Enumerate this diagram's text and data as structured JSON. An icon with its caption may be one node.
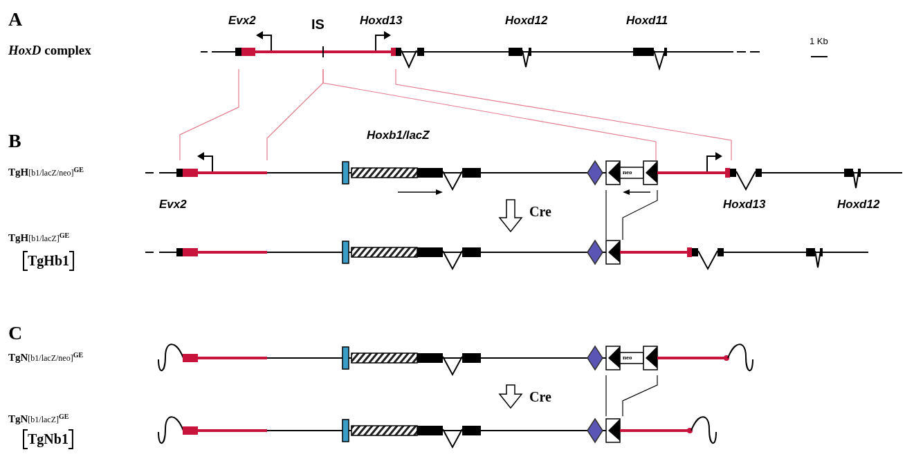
{
  "diagram": {
    "nodes": [
      {
        "text": [],
        "shape": "picture"
      },
      {
        "text": [],
        "shape": "picture"
      },
      {
        "text": [],
        "shape": "picture"
      },
      {
        "text": [],
        "shape": "picture"
      },
      {
        "text": [],
        "shape": "picture"
      }
    ],
    "edges": [
      {
        "from": 0,
        "to": 1,
        "arrow": "none",
        "color": "#e47a8c"
      },
      {
        "from": 0,
        "to": 1,
        "arrow": "none",
        "color": "#e47a8c"
      },
      {
        "from": 0,
        "to": 1,
        "arrow": "none",
        "color": "#e47a8c"
      },
      {
        "from": 0,
        "to": 1,
        "arrow": "none",
        "color": "#e47a8c"
      },
      {
        "from": 1,
        "to": 2,
        "arrow": "none",
        "color": "#000000"
      },
      {
        "from": 1,
        "to": 2,
        "arrow": "none",
        "color": "#000000"
      },
      {
        "from": 3,
        "to": 4,
        "arrow": "none",
        "color": "#000000"
      },
      {
        "from": 3,
        "to": 4,
        "arrow": "none",
        "color": "#000000"
      },
      {
        "from": 1,
        "to": 2,
        "arrow": "to",
        "label": "Cre",
        "color": "#000000"
      },
      {
        "from": 3,
        "to": 4,
        "arrow": "to",
        "label": "Cre",
        "color": "#000000"
      }
    ],
    "labels": [
      "A",
      "Evx2",
      "IS",
      "Hoxd13",
      "Hoxd12",
      "Hoxd11",
      "*HoxD* complex",
      "1 Kb",
      "B",
      "Hoxb1/lacZ",
      "**TgH**[b1/lacZ/neo]$^{GE}$",
      "neo",
      "Evx2",
      "Hoxd13",
      "Hoxd12",
      "**TgH**[b1/lacZ]$^{GE}$",
      "TgHb1",
      "C",
      "**TgN**[b1/lacZ/neo]$^{GE}$",
      "neo",
      "**TgN**[b1/lacZ]$^{GE}$",
      "TgNb1"
    ]
  }
}
